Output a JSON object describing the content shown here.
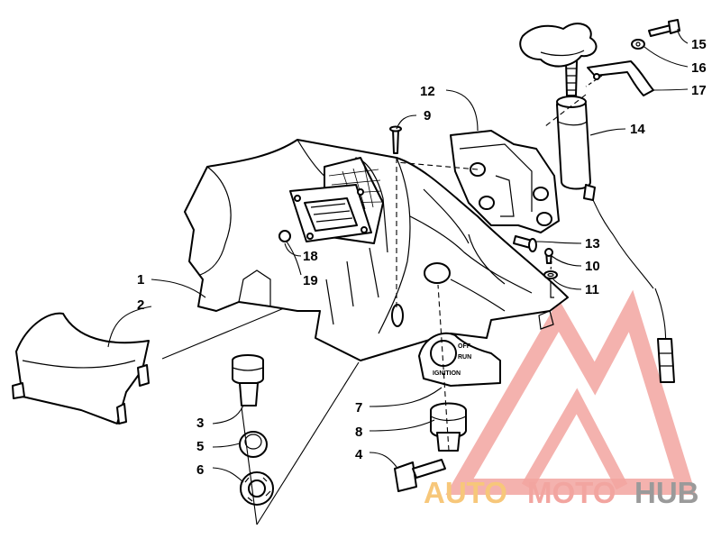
{
  "callouts": [
    "1",
    "2",
    "3",
    "4",
    "5",
    "6",
    "7",
    "8",
    "9",
    "10",
    "11",
    "12",
    "13",
    "14",
    "15",
    "16",
    "17",
    "18",
    "19"
  ],
  "ignition": {
    "off": "OFF",
    "run": "RUN",
    "ignition": "IGNITION"
  },
  "watermark": {
    "auto": "AUTO",
    "moto": "MOTO",
    "hub": "HUB"
  },
  "colors": {
    "line": "#000000",
    "watermark_red": "#e8574f",
    "watermark_orange": "#f5a623",
    "watermark_gray": "#8a8a8a"
  }
}
